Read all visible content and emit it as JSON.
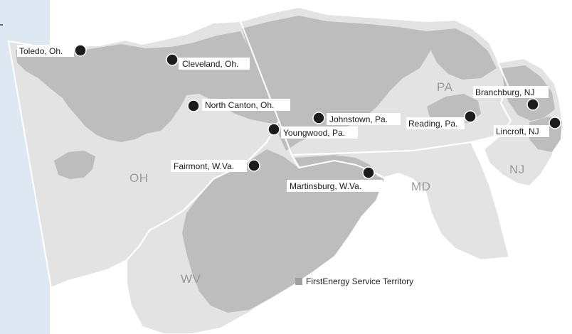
{
  "colors": {
    "panel": "#dde8f3",
    "state_fill": "#e3e3e3",
    "territory_fill": "#bdbdbd",
    "border": "#ffffff",
    "marker": "#1c1c1c",
    "label_bg": "#ffffff"
  },
  "states": {
    "oh": "OH",
    "pa": "PA",
    "wv": "WV",
    "md": "MD",
    "nj": "NJ"
  },
  "cities": [
    {
      "id": "toledo",
      "label": "Toledo, Oh."
    },
    {
      "id": "cleveland",
      "label": "Cleveland, Oh."
    },
    {
      "id": "north-canton",
      "label": "North Canton, Oh."
    },
    {
      "id": "johnstown",
      "label": "Johnstown, Pa."
    },
    {
      "id": "youngwood",
      "label": "Youngwood, Pa."
    },
    {
      "id": "reading",
      "label": "Reading, Pa."
    },
    {
      "id": "branchburg",
      "label": "Branchburg, NJ"
    },
    {
      "id": "lincroft",
      "label": "Lincroft, NJ"
    },
    {
      "id": "fairmont",
      "label": "Fairmont, W.Va."
    },
    {
      "id": "martinsburg",
      "label": "Martinsburg, W.Va."
    }
  ],
  "legend": {
    "label": "FirstEnergy Service Territory",
    "swatch_color": "#9f9f9f"
  }
}
